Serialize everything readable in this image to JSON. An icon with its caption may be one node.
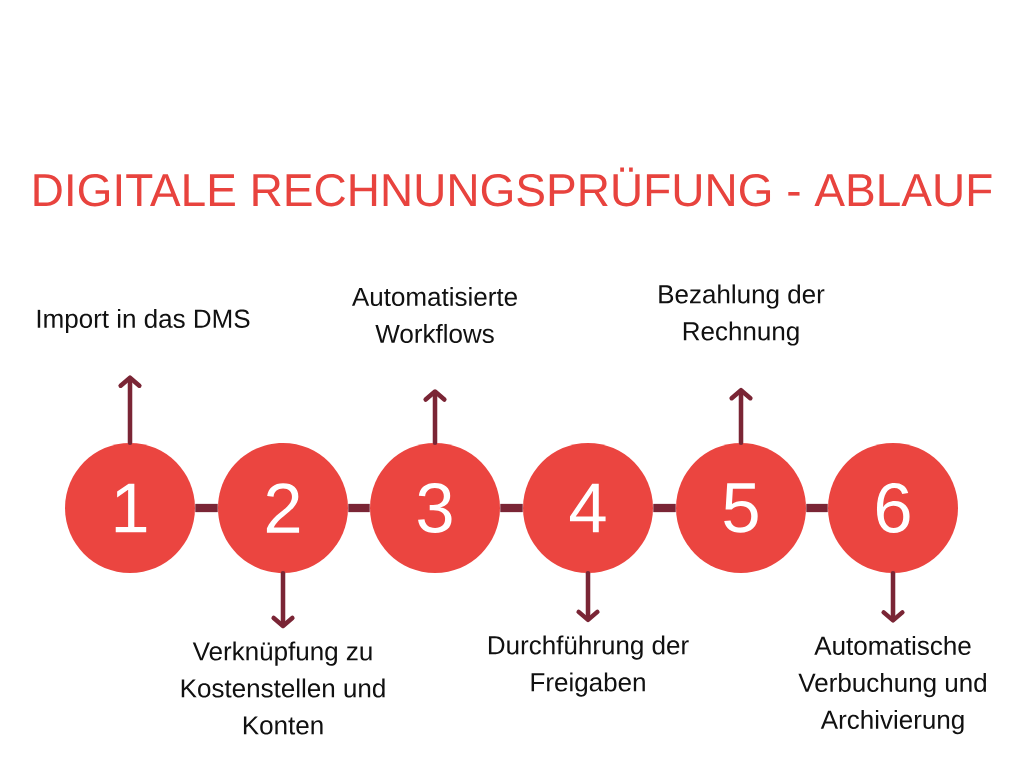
{
  "diagram": {
    "title": "DIGITALE RECHNUNGSPRÜFUNG - ABLAUF",
    "nodes": [
      {
        "text": [
          "Import in das DMS"
        ]
      },
      {
        "text": [
          "Automatisierte Workflows"
        ]
      },
      {
        "text": [
          "Bezahlung der Rechnung"
        ]
      },
      {
        "text": [
          "1"
        ]
      },
      {
        "text": [
          "2"
        ]
      },
      {
        "text": [
          "3"
        ]
      },
      {
        "text": [
          "4"
        ]
      },
      {
        "text": [
          "5"
        ]
      },
      {
        "text": [
          "6"
        ]
      },
      {
        "text": [
          "Verknüpfung zu Kostenstellen und Konten"
        ]
      },
      {
        "text": [
          "Durchführung der Freigaben"
        ]
      },
      {
        "text": [
          "Automatische Verbuchung und Archivierung"
        ]
      }
    ],
    "edges": [
      {
        "from": 3,
        "to": 4,
        "arrow": "none",
        "style": "thick"
      },
      {
        "from": 4,
        "to": 5,
        "arrow": "none",
        "style": "thick"
      },
      {
        "from": 5,
        "to": 6,
        "arrow": "none",
        "style": "thick"
      },
      {
        "from": 6,
        "to": 7,
        "arrow": "none",
        "style": "thick"
      },
      {
        "from": 7,
        "to": 8,
        "arrow": "none",
        "style": "thick"
      },
      {
        "from": 3,
        "to": 0,
        "arrow": "to"
      },
      {
        "from": 4,
        "to": 9,
        "arrow": "to"
      },
      {
        "from": 5,
        "to": 1,
        "arrow": "to"
      },
      {
        "from": 6,
        "to": 10,
        "arrow": "to"
      },
      {
        "from": 7,
        "to": 2,
        "arrow": "to"
      },
      {
        "from": 8,
        "to": 11,
        "arrow": "to"
      }
    ]
  }
}
